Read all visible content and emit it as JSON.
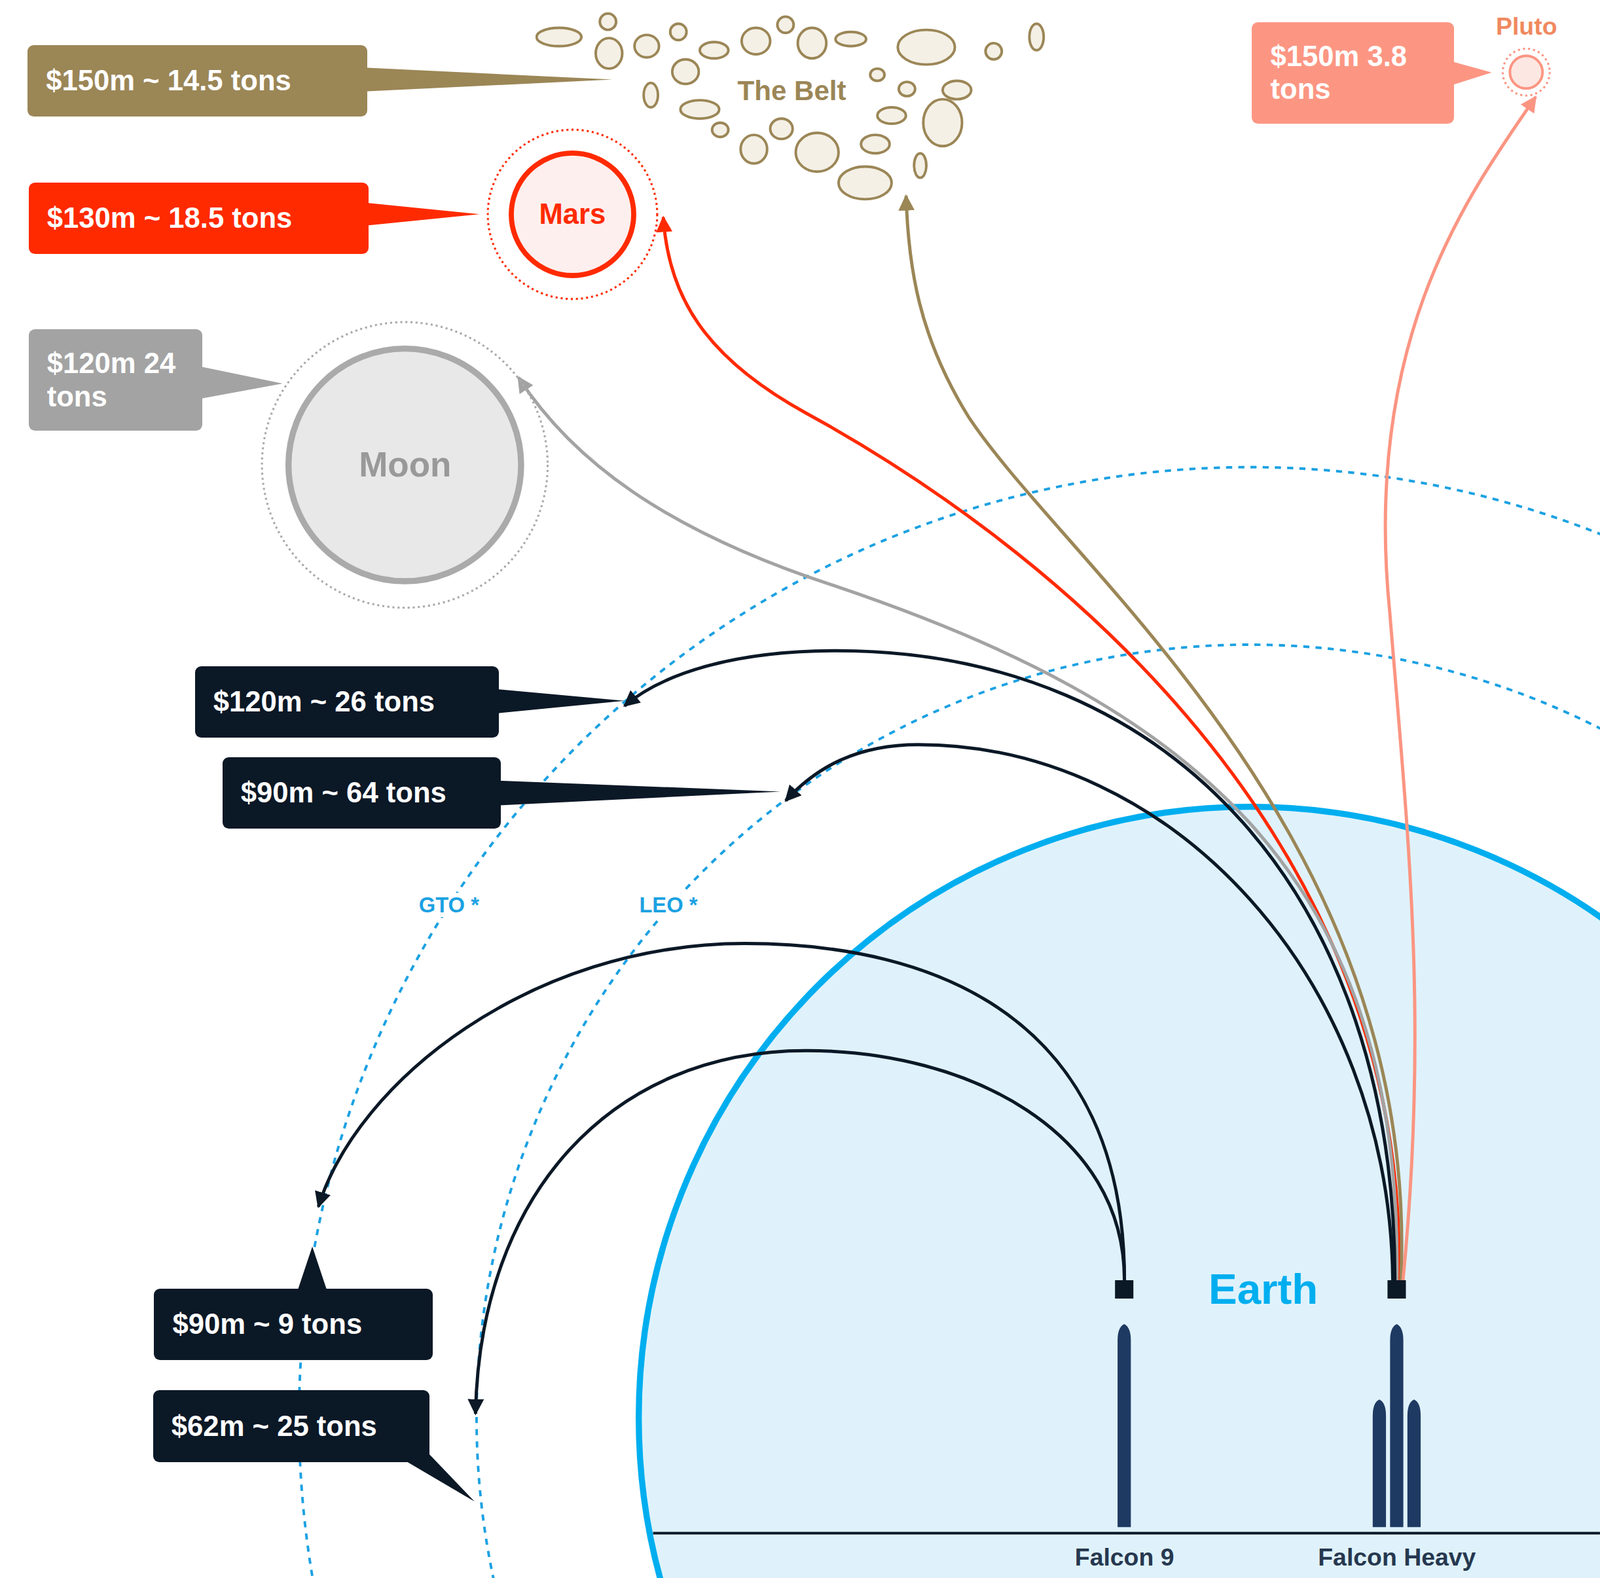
{
  "diagram": {
    "nodes": [
      {
        "text": [
          "$150m ~ 14.5 tons"
        ]
      },
      {
        "text": [
          "The Belt"
        ]
      },
      {
        "text": [
          "$150m 3.8 tons"
        ]
      },
      {
        "text": [
          "Pluto"
        ]
      },
      {
        "text": [
          "$130m ~ 18.5 tons"
        ]
      },
      {
        "text": [
          "Mars"
        ]
      },
      {
        "text": [
          "$120m 24 tons"
        ]
      },
      {
        "text": [
          "Moon"
        ]
      },
      {
        "text": [
          "$120m ~ 26 tons"
        ]
      },
      {
        "text": [
          "$90m ~ 64 tons"
        ]
      },
      {
        "text": [
          "$90m ~ 9 tons"
        ]
      },
      {
        "text": [
          "$62m ~ 25 tons"
        ]
      },
      {
        "text": [
          "Earth"
        ]
      },
      {
        "text": [
          "Falcon 9"
        ],
        "in": 12
      },
      {
        "text": [
          "Falcon Heavy"
        ],
        "in": 12
      }
    ],
    "edges": [
      {
        "from": 14,
        "to": 5,
        "arrow": "to"
      },
      {
        "from": 14,
        "to": 1,
        "arrow": "to"
      },
      {
        "from": 14,
        "to": 3,
        "arrow": "to"
      },
      {
        "from": 14,
        "to": 7,
        "arrow": "to"
      },
      {
        "from": 14,
        "to": 8,
        "arrow": "to"
      },
      {
        "from": 14,
        "to": 9,
        "arrow": "to"
      },
      {
        "from": 13,
        "to": 10,
        "arrow": "to"
      },
      {
        "from": 13,
        "to": 11,
        "arrow": "to"
      }
    ],
    "labels": [
      "GTO *",
      "LEO *"
    ]
  }
}
